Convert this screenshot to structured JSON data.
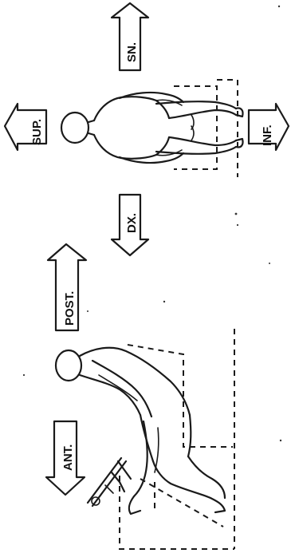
{
  "labels": {
    "sn": "SN.",
    "sup": "SUP.",
    "inf": "INF.",
    "dx": "DX.",
    "post": "POST.",
    "ant": "ANT."
  },
  "colors": {
    "ink": "#1a1a1a",
    "background": "#ffffff"
  }
}
